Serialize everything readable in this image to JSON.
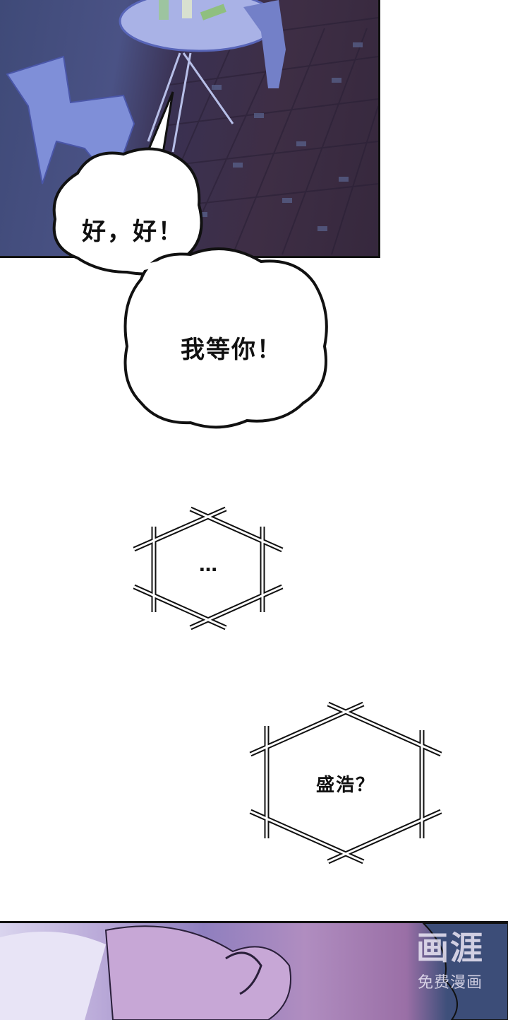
{
  "panels": {
    "bubble_1": "好，好！",
    "bubble_2": "我等你！",
    "thought_1": "…",
    "thought_2": "盛浩？"
  },
  "watermark": {
    "logo": "画涯",
    "subtitle": "免费漫画"
  }
}
